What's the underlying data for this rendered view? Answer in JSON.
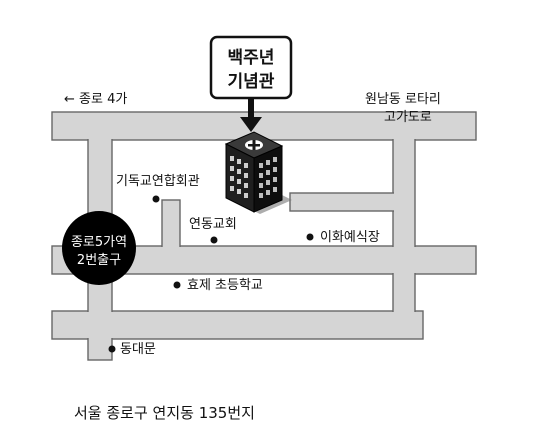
{
  "map": {
    "direction_west": "← 종로 4가",
    "rotary_line1": "원남동 로타리",
    "rotary_line2": "고가도로",
    "memorial_line1": "백주년",
    "memorial_line2": "기념관",
    "station_line1": "종로5가역",
    "station_line2": "2번출구",
    "landmark_christian_hall": "기독교연합회관",
    "landmark_church": "연동교회",
    "landmark_wedding_hall": "이화예식장",
    "landmark_school": "효제 초등학교",
    "landmark_gate": "동대문",
    "address": "서울 종로구 연지동 135번지"
  },
  "colors": {
    "road_fill": "#d5d5d5",
    "road_stroke": "#666666",
    "building_dark": "#1a1a1a",
    "badge_fill": "#000000",
    "text": "#111111"
  },
  "icons": {
    "arrow": "down-arrow-icon",
    "building": "building-icon",
    "marker": "dot-marker-icon"
  }
}
